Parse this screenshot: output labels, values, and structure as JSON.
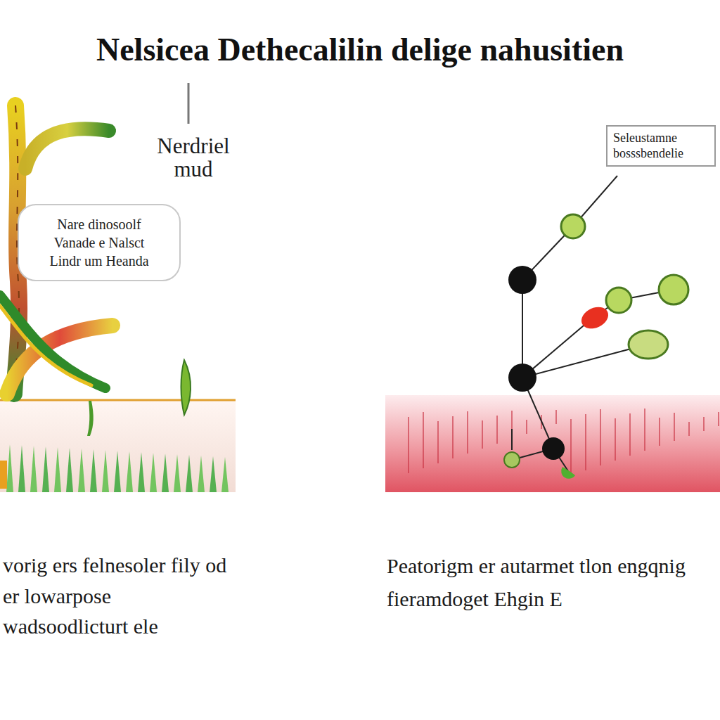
{
  "diagram": {
    "title": "Nelsicea Dethecalilin delige nahusitien",
    "nodes": [
      {
        "text": [
          "Nare dinosoolf Vanade e Nalsct Lindr um Heanda"
        ]
      },
      {
        "text": [
          "Seleustamne bosssbendelie"
        ]
      }
    ],
    "labels": [
      "Nerdriel mud",
      "vorig ers felnesoler fily od er lowarpose wadsoodlicturt ele",
      "Peatorigm er autarmet tlon engqnig fieramdoget Ehgin E"
    ]
  }
}
